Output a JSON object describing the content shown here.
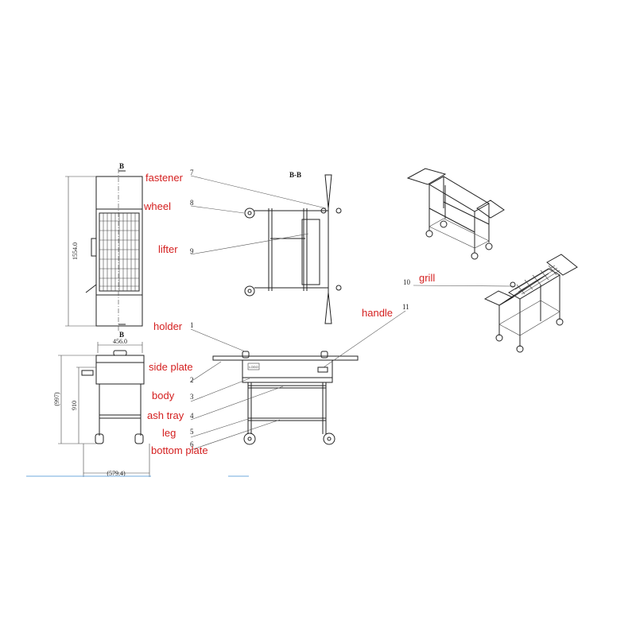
{
  "dimensions": {
    "height": "1554.0",
    "width_top": "456.0",
    "height_total": "(997)",
    "height_inner": "910",
    "width_bottom": "(579.4)"
  },
  "section_marks": {
    "top": "B",
    "bottom": "B",
    "view": "B-B"
  },
  "parts": [
    {
      "number": "1",
      "label": "holder"
    },
    {
      "number": "2",
      "label": "side plate"
    },
    {
      "number": "3",
      "label": "body"
    },
    {
      "number": "4",
      "label": "ash tray"
    },
    {
      "number": "5",
      "label": "leg"
    },
    {
      "number": "6",
      "label": "bottom plate"
    },
    {
      "number": "7",
      "label": "fastener"
    },
    {
      "number": "8",
      "label": "wheel"
    },
    {
      "number": "9",
      "label": "lifter"
    },
    {
      "number": "10",
      "label": "grill"
    },
    {
      "number": "11",
      "label": "handle"
    }
  ],
  "logo_text": "LOGO",
  "colors": {
    "label": "#d41f1f",
    "line": "#222222",
    "rule": "#6fa8dc"
  }
}
